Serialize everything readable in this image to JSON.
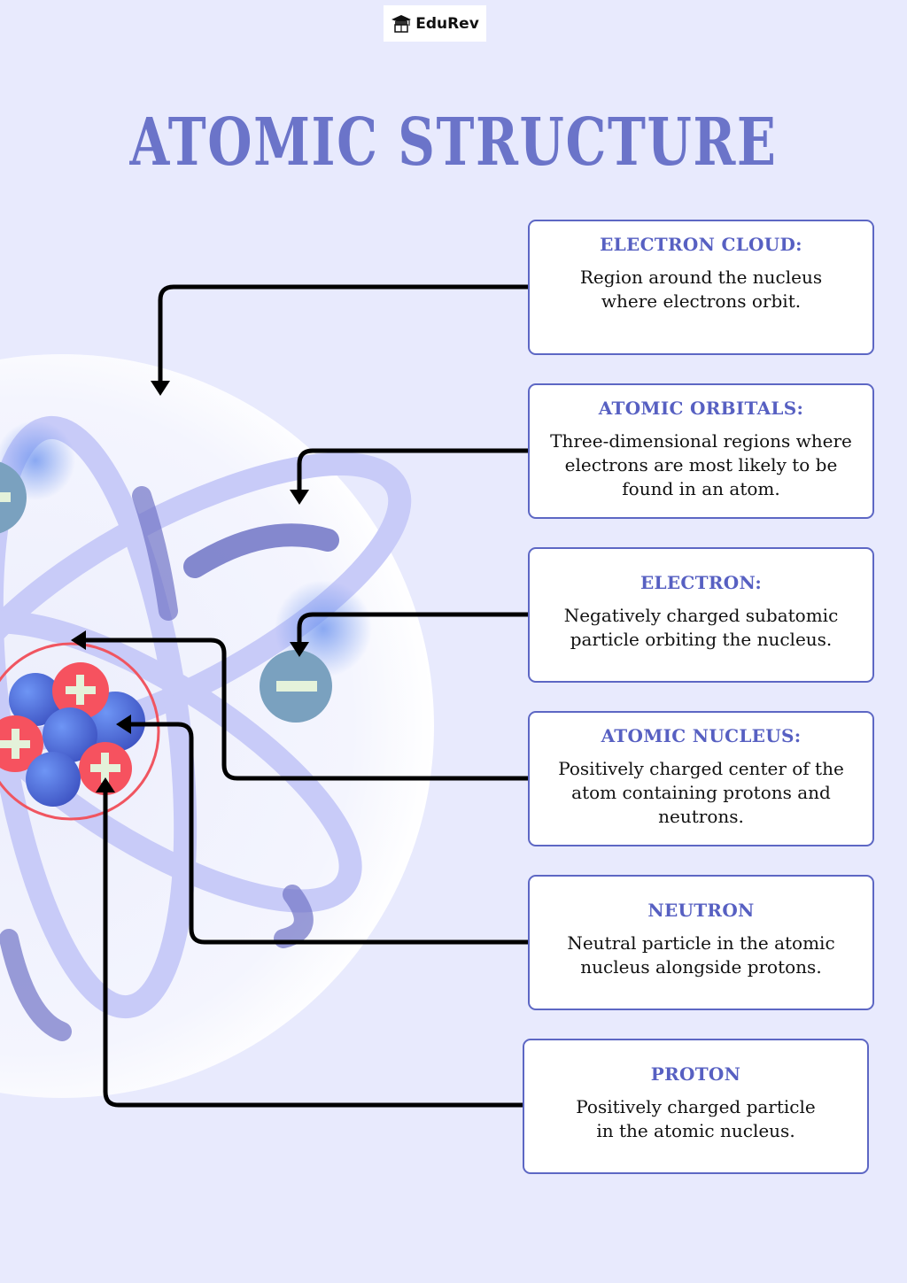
{
  "brand": {
    "name": "EduRev",
    "icon": "graduation-cap-icon"
  },
  "title": "ATOMIC STRUCTURE",
  "colors": {
    "background": "#e8eafd",
    "title": "#6b74c9",
    "card_border": "#5d67c4",
    "card_title": "#5760c2",
    "proton": "#f6525f",
    "neutron": "#5b7fe6",
    "electron": "#7aa1bf",
    "orbit": "#c8cbf8",
    "orbit_dark": "#7074c6",
    "nucleus_ring": "#f05560"
  },
  "labels": [
    {
      "id": "electron-cloud",
      "title": "ELECTRON CLOUD:",
      "description": "Region around the nucleus where electrons orbit."
    },
    {
      "id": "atomic-orbitals",
      "title": "ATOMIC ORBITALS:",
      "description": "Three-dimensional regions where electrons are most likely to be found in an atom."
    },
    {
      "id": "electron",
      "title": "ELECTRON:",
      "description": "Negatively charged subatomic particle orbiting the nucleus."
    },
    {
      "id": "atomic-nucleus",
      "title": "ATOMIC NUCLEUS:",
      "description": "Positively charged center of the atom containing protons and neutrons."
    },
    {
      "id": "neutron",
      "title": "NEUTRON",
      "description": "Neutral particle in the atomic nucleus alongside protons."
    },
    {
      "id": "proton",
      "title": "PROTON",
      "description": "Positively charged particle in the atomic nucleus."
    }
  ],
  "symbols": {
    "plus": "+",
    "minus": "−"
  }
}
